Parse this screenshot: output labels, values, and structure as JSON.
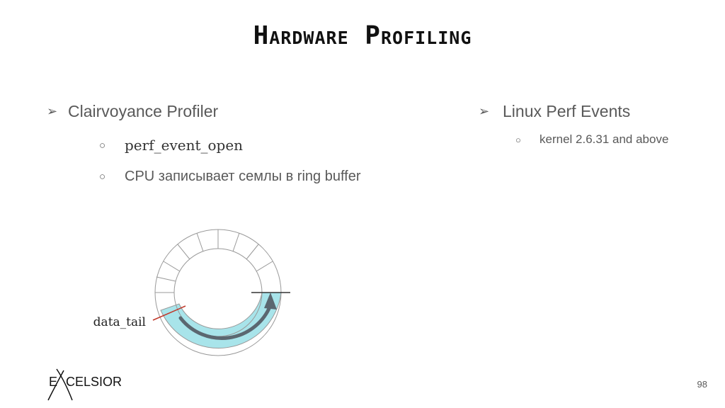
{
  "slide": {
    "title": "Hardware Profiling",
    "page_number": "98"
  },
  "left": {
    "heading": "Clairvoyance Profiler",
    "items": [
      "perf_event_open",
      "CPU записывает семлы в ring buffer"
    ]
  },
  "right": {
    "heading": "Linux Perf Events",
    "items": [
      "kernel 2.6.31 and above"
    ]
  },
  "diagram": {
    "label": "data_tail",
    "colors": {
      "fill": "#a8e4ea",
      "arrow": "#5b6770",
      "marker": "#c0392b"
    }
  },
  "logo": {
    "text_e": "E",
    "text_x": "X",
    "text_rest": "CELSIOR"
  },
  "icons": {
    "bullet": "arrowhead-icon",
    "sub_bullet": "hollow-circle-icon"
  }
}
